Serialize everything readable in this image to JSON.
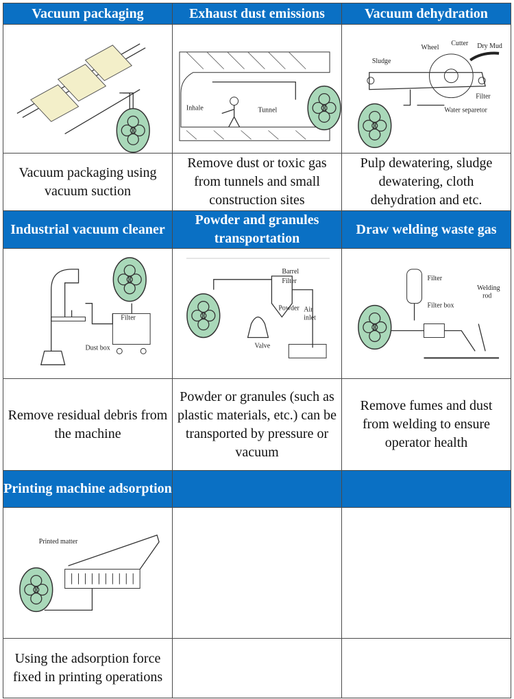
{
  "cells": [
    {
      "title": "Vacuum packaging",
      "desc": "Vacuum packaging using vacuum suction",
      "labels": []
    },
    {
      "title": "Exhaust dust emissions",
      "desc": "Remove dust or toxic gas from tunnels and small construction sites",
      "labels": [
        "Inhale",
        "Tunnel"
      ]
    },
    {
      "title": "Vacuum dehydration",
      "desc": "Pulp dewatering, sludge dewatering, cloth dehydration and etc.",
      "labels": [
        "Wheel",
        "Cutter",
        "Dry Mud",
        "Sludge",
        "Filter",
        "Water separetor"
      ]
    },
    {
      "title": "Industrial vacuum cleaner",
      "desc": "Remove residual debris from the machine",
      "labels": [
        "Filter",
        "Dust box"
      ]
    },
    {
      "title": "Powder and granules transportation",
      "desc": "Powder or granules (such as plastic materials, etc.) can be transported by pressure or vacuum",
      "labels": [
        "Barrel",
        "Filter",
        "Powder",
        "Air",
        "inlet",
        "Valve"
      ]
    },
    {
      "title": "Draw welding waste gas",
      "desc": "Remove fumes and dust from welding to ensure operator health",
      "labels": [
        "Filter",
        "Filter box",
        "Welding",
        "rod"
      ]
    },
    {
      "title": "Printing machine adsorption",
      "desc": "Using the adsorption force fixed in printing operations",
      "labels": [
        "Printed matter"
      ]
    }
  ],
  "colors": {
    "header_bg": "#0a70c4",
    "header_text": "#ffffff",
    "pump_fill": "#a9d8b9"
  },
  "icons": [
    "roots-blower-icon"
  ]
}
